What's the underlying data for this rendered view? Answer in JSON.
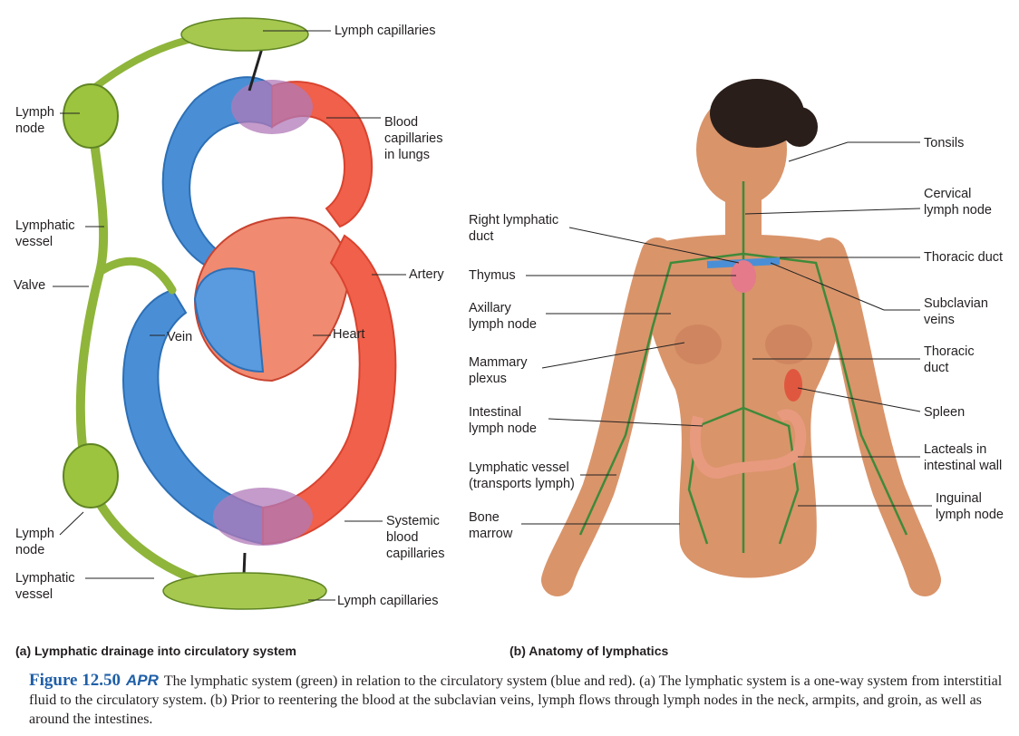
{
  "panel_a": {
    "title": "(a) Lymphatic drainage into circulatory system",
    "labels": {
      "lymph_capillaries_top": "Lymph capillaries",
      "lymph_node_top": [
        "Lymph",
        "node"
      ],
      "blood_capillaries_lungs": [
        "Blood",
        "capillaries",
        "in lungs"
      ],
      "lymphatic_vessel_top": [
        "Lymphatic",
        "vessel"
      ],
      "valve": "Valve",
      "artery": "Artery",
      "vein": "Vein",
      "heart": "Heart",
      "systemic_capillaries": [
        "Systemic",
        "blood",
        "capillaries"
      ],
      "lymph_node_bottom": [
        "Lymph",
        "node"
      ],
      "lymphatic_vessel_bottom": [
        "Lymphatic",
        "vessel"
      ],
      "lymph_capillaries_bottom": "Lymph capillaries"
    }
  },
  "panel_b": {
    "title": "(b) Anatomy of lymphatics",
    "labels": {
      "right_lymphatic_duct": [
        "Right lymphatic",
        "duct"
      ],
      "thymus": "Thymus",
      "axillary": [
        "Axillary",
        "lymph node"
      ],
      "mammary": [
        "Mammary",
        "plexus"
      ],
      "intestinal": [
        "Intestinal",
        "lymph node"
      ],
      "lymphatic_vessel": [
        "Lymphatic vessel",
        "(transports lymph)"
      ],
      "bone_marrow": [
        "Bone",
        "marrow"
      ],
      "tonsils": "Tonsils",
      "cervical": [
        "Cervical",
        "lymph node"
      ],
      "thoracic_duct_1": "Thoracic duct",
      "subclavian": [
        "Subclavian",
        "veins"
      ],
      "thoracic_duct_2": [
        "Thoracic",
        "duct"
      ],
      "spleen": "Spleen",
      "lacteals": [
        "Lacteals in",
        "intestinal wall"
      ],
      "inguinal": [
        "Inguinal",
        "lymph node"
      ]
    }
  },
  "caption": {
    "figure_number": "Figure 12.50",
    "badge": "APR",
    "text": "The lymphatic system (green) in relation to the circulatory system (blue and red). (a) The lymphatic system is a one-way system from interstitial fluid to the circulatory system. (b) Prior to reentering the blood at the subclavian veins, lymph flows through lymph nodes in the neck, armpits, and groin, as well as around the intestines."
  },
  "colors": {
    "lymph_green": "#8fb53a",
    "vein_blue": "#4a8fd6",
    "artery_red": "#f0604a",
    "skin": "#d9946a",
    "caption_blue": "#1f5fa8"
  }
}
